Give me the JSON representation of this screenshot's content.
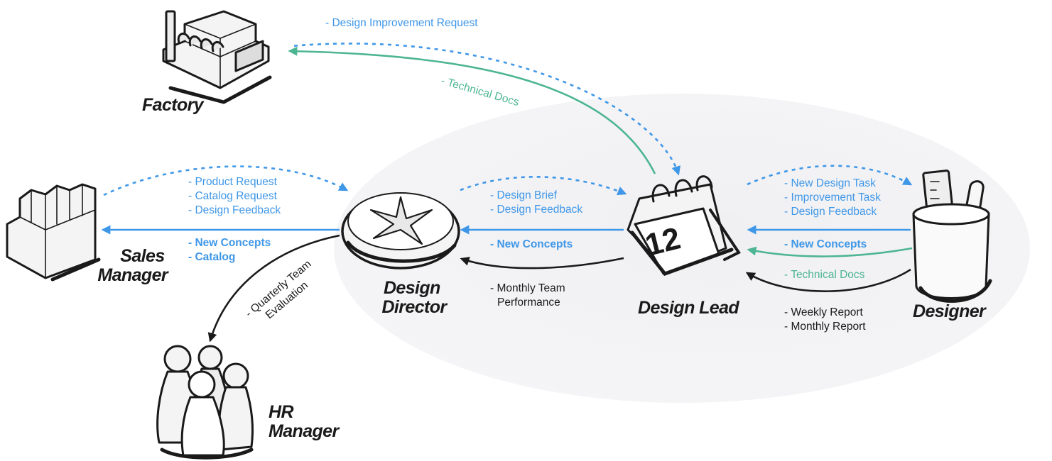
{
  "nodes": {
    "factory": "Factory",
    "sales_manager": [
      "Sales",
      "Manager"
    ],
    "design_director": [
      "Design",
      "Director"
    ],
    "design_lead": "Design Lead",
    "designer": "Designer",
    "hr_manager": [
      "HR",
      "Manager"
    ]
  },
  "flows": {
    "design_improvement_request": "- Design Improvement Request",
    "technical_docs_to_factory": "- Technical Docs",
    "sales_to_director": [
      "- Product Request",
      "- Catalog Request",
      "- Design Feedback"
    ],
    "director_to_sales": [
      "- New Concepts",
      "- Catalog"
    ],
    "quarterly_eval": [
      "- Quarterly Team",
      "Evaluation"
    ],
    "director_to_lead": [
      "- Design Brief",
      "- Design Feedback"
    ],
    "lead_to_director": "- New Concepts",
    "lead_to_director_report": [
      "- Monthly Team",
      "Performance"
    ],
    "lead_to_designer": [
      "- New Design Task",
      "- Improvement Task",
      "- Design Feedback"
    ],
    "designer_to_lead": "- New Concepts",
    "designer_technical_docs": "- Technical Docs",
    "designer_reports": [
      "- Weekly Report",
      "- Monthly Report"
    ]
  },
  "colors": {
    "blue": "#3f97e8",
    "green": "#4db592",
    "black": "#1a1a1a",
    "ellipse": "#f1f1f3"
  }
}
